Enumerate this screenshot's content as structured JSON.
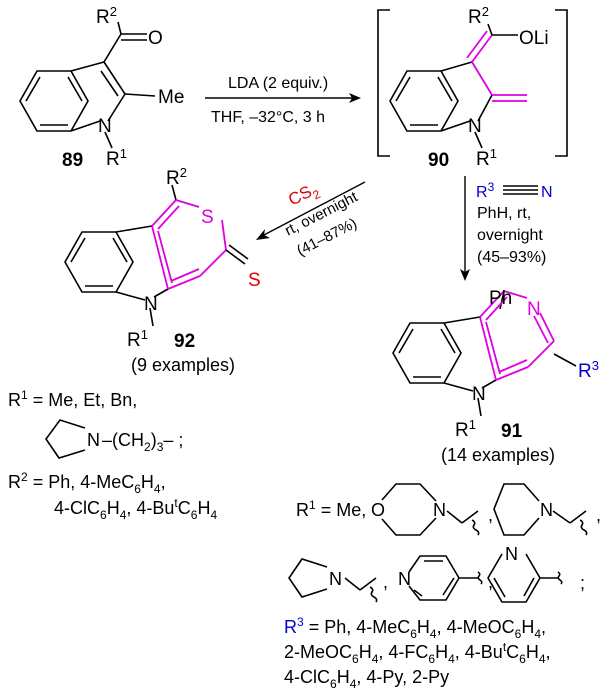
{
  "compounds": {
    "c89": {
      "number": "89",
      "r2": "R",
      "r2_sup": "2",
      "o": "O",
      "me": "Me",
      "n": "N",
      "r1": "R",
      "r1_sup": "1"
    },
    "c90": {
      "number": "90",
      "r2": "R",
      "r2_sup": "2",
      "oli": "OLi",
      "n": "N",
      "r1": "R",
      "r1_sup": "1"
    },
    "c92": {
      "number": "92",
      "r2": "R",
      "r2_sup": "2",
      "s_ring": "S",
      "s_exo": "S",
      "n": "N",
      "r1": "R",
      "r1_sup": "1",
      "examples": "(9 examples)"
    },
    "c91": {
      "number": "91",
      "ph": "Ph",
      "n_ring": "N",
      "r3": "R",
      "r3_sup": "3",
      "n": "N",
      "r1": "R",
      "r1_sup": "1",
      "examples": "(14 examples)"
    }
  },
  "steps": {
    "step1": {
      "reagent": "LDA (2 equiv.)",
      "conditions": "THF, –32°C, 3 h"
    },
    "step2": {
      "reagent": "CS",
      "reagent_sub": "2",
      "line1": "rt, overnight",
      "line2": "(41–87%)"
    },
    "step3": {
      "r3": "R",
      "r3_sup": "3",
      "nitrile_n": "N",
      "line1": "PhH, rt,",
      "line2": "overnight",
      "line3": "(45–93%)"
    }
  },
  "substituents_left": {
    "r1_label": "R",
    "r1_sup": "1",
    "r1_values": " = Me, Et, Bn,",
    "pyrrolidine_n": "N",
    "chain_a": "–(CH",
    "chain_sub1": "2",
    "chain_b": ")",
    "chain_sub2": "3",
    "chain_c": "– ;",
    "r2_label": "R",
    "r2_sup": "2",
    "r2_line1_a": " = Ph, 4-MeC",
    "r2_line1_sub1": "6",
    "r2_line1_b": "H",
    "r2_line1_sub2": "4",
    "r2_line1_c": ",",
    "r2_line2_a": "4-ClC",
    "r2_line2_s1": "6",
    "r2_line2_b": "H",
    "r2_line2_s2": "4",
    "r2_line2_c": ", 4-Bu",
    "r2_line2_sup": "t",
    "r2_line2_d": "C",
    "r2_line2_s3": "6",
    "r2_line2_e": "H",
    "r2_line2_s4": "4"
  },
  "substituents_right": {
    "r1_label": "R",
    "r1_sup": "1",
    "r1_values": " = Me,",
    "morph_o": "O",
    "morph_n": "N",
    "pip_n": "N",
    "pyrr_n": "N",
    "py4_n": "N",
    "py3_n": "N",
    "sep1": ",",
    "sep2": ",",
    "sep3": ";",
    "r3_label": "R",
    "r3_sup": "3",
    "l1_a": " = Ph, 4-MeC",
    "l1_s1": "6",
    "l1_b": "H",
    "l1_s2": "4",
    "l1_c": ", 4-MeOC",
    "l1_s3": "6",
    "l1_d": "H",
    "l1_s4": "4",
    "l1_e": ",",
    "l2_a": "2-MeOC",
    "l2_s1": "6",
    "l2_b": "H",
    "l2_s2": "4",
    "l2_c": ", 4-FC",
    "l2_s3": "6",
    "l2_d": "H",
    "l2_s4": "4",
    "l2_e": ", 4-Bu",
    "l2_sup": "t",
    "l2_f": "C",
    "l2_s5": "6",
    "l2_g": "H",
    "l2_s6": "4",
    "l2_h": ",",
    "l3_a": "4-ClC",
    "l3_s1": "6",
    "l3_b": "H",
    "l3_s2": "4",
    "l3_c": ", 4-Py, 2-Py"
  },
  "colors": {
    "bond": "#000000",
    "highlight": "#e000e0",
    "reagent_red": "#e00000",
    "r3_blue": "#0000d0"
  }
}
